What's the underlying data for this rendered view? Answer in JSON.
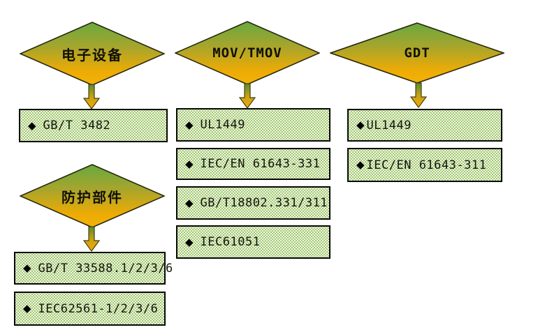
{
  "icons": {
    "bullet": "◆"
  },
  "colors": {
    "diamond_gradient_top": "#68a93f",
    "diamond_gradient_mid": "#a8a52c",
    "diamond_gradient_bottom": "#f4b306",
    "diamond_border": "#26260f",
    "arrow_head_gold": "#f1a903",
    "arrow_shaft_green": "#568b31",
    "box_fill_green": "#8ebd4f",
    "box_pattern_dot": "#ffffff",
    "box_border": "#070707",
    "text_color": "#15150d"
  },
  "groups": [
    {
      "name": "电子设备",
      "standards": [
        "GB/T 3482"
      ]
    },
    {
      "name": "MOV/TMOV",
      "standards": [
        "UL1449",
        "IEC/EN 61643-331",
        "GB/T18802.331/311",
        "IEC61051"
      ]
    },
    {
      "name": "GDT",
      "standards": [
        "UL1449",
        "IEC/EN 61643-311"
      ]
    },
    {
      "name": "防护部件",
      "standards": [
        "GB/T 33588.1/2/3/6",
        "IEC62561-1/2/3/6"
      ]
    }
  ]
}
